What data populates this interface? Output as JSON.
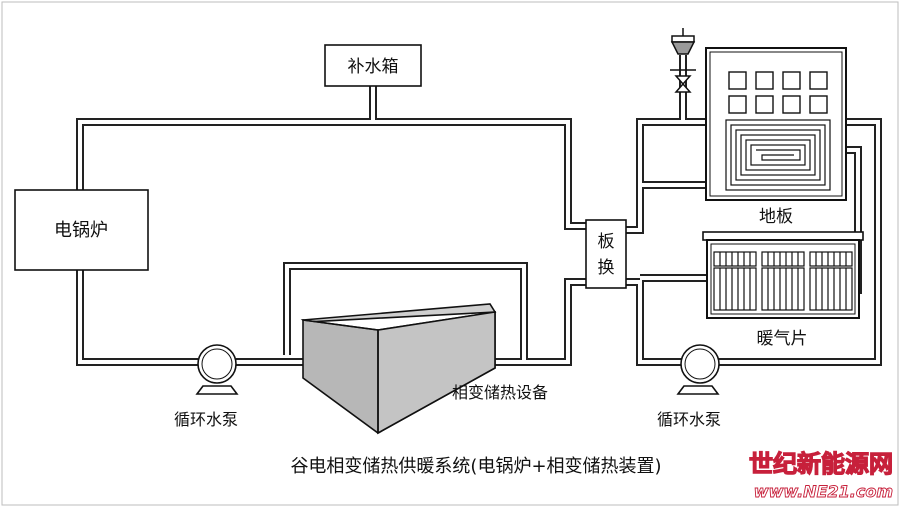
{
  "components": {
    "makeup_tank": "补水箱",
    "electric_boiler": "电锅炉",
    "plate_exchanger": [
      "板",
      "换"
    ],
    "floor_heating": "地板",
    "radiator": "暖气片",
    "pcm_storage": "相变储热设备",
    "pump_left": "循环水泵",
    "pump_right": "循环水泵"
  },
  "caption": "谷电相变储热供暖系统(电锅炉+相变储热装置)",
  "watermark": {
    "name": "世纪新能源网",
    "url": "www.NE21.com",
    "color": "#c7203b"
  },
  "colors": {
    "pipe": "#9e9e9e",
    "storage_fill": "#b7b7b7",
    "line": "#111111"
  }
}
